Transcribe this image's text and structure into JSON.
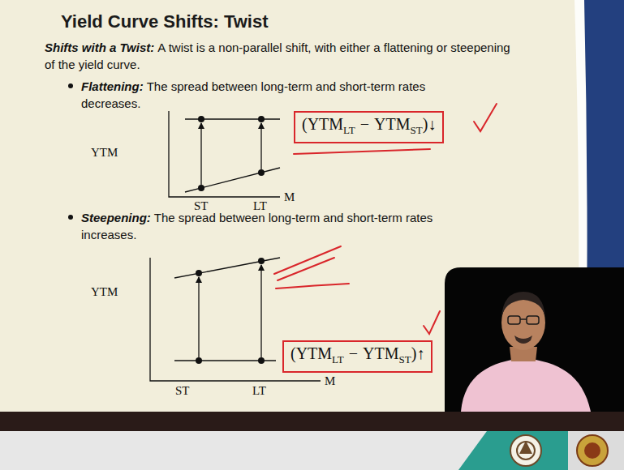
{
  "diagram": {
    "title": "Yield Curve Shifts: Twist",
    "nodes": [
      {
        "text": [
          "(YTM",
          "LT",
          "−",
          "YTM",
          "ST",
          ")↓"
        ]
      },
      {
        "text": [
          "(YTM",
          "LT",
          "−",
          "YTM",
          "ST",
          ")↑"
        ]
      }
    ],
    "labels": [
      "Shifts with a Twist:",
      "A twist is a non-parallel shift, with either a flattening or steepening of the yield curve.",
      "Flattening:",
      "The spread between long-term and short-term rates decreases.",
      "YTM",
      "ST",
      "LT",
      "M",
      "Steepening:",
      "The spread between long-term and short-term rates increases.",
      "YTM",
      "ST",
      "LT",
      "M"
    ]
  }
}
